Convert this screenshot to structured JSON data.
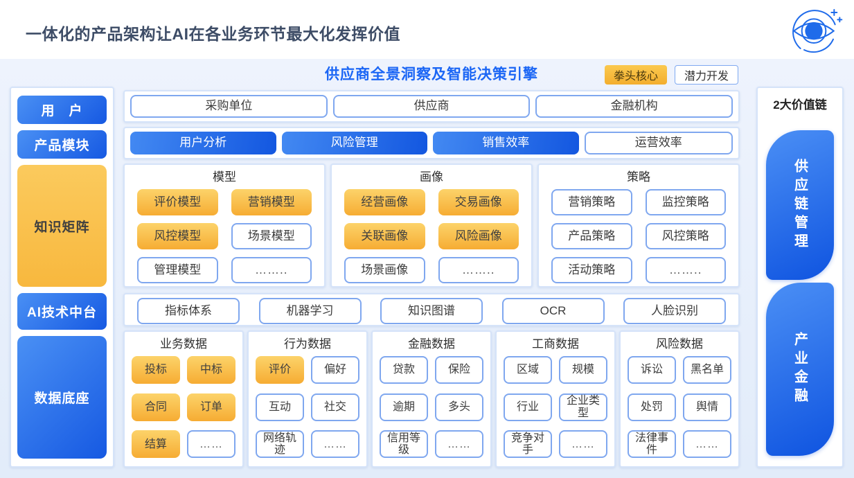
{
  "page": {
    "title": "一体化的产品架构让AI在各业务环节最大化发挥价值"
  },
  "logo_name": "eye-ai-logo",
  "engine": {
    "title": "供应商全景洞察及智能决策引擎",
    "badges": [
      {
        "label": "拳头核心",
        "type": "core"
      },
      {
        "label": "潜力开发",
        "type": "potential"
      }
    ]
  },
  "left_sidebar": {
    "items": [
      {
        "label": "用　户",
        "style": "blue"
      },
      {
        "label": "产品模块",
        "style": "blue"
      },
      {
        "label": "知识矩阵",
        "style": "orange"
      },
      {
        "label": "AI技术中台",
        "style": "blue"
      },
      {
        "label": "数据底座",
        "style": "blue"
      }
    ]
  },
  "rows": {
    "users": [
      "采购单位",
      "供应商",
      "金融机构"
    ],
    "modules": [
      {
        "label": "用户分析",
        "style": "blue"
      },
      {
        "label": "风险管理",
        "style": "blue"
      },
      {
        "label": "销售效率",
        "style": "blue"
      },
      {
        "label": "运营效率",
        "style": "white"
      }
    ],
    "knowledge_groups": [
      {
        "title": "模型",
        "items": [
          {
            "label": "评价模型",
            "core": true
          },
          {
            "label": "营销模型",
            "core": true
          },
          {
            "label": "风控模型",
            "core": true
          },
          {
            "label": "场景模型",
            "core": false
          },
          {
            "label": "管理模型",
            "core": false
          },
          {
            "label": "……..",
            "core": false
          }
        ]
      },
      {
        "title": "画像",
        "items": [
          {
            "label": "经营画像",
            "core": true
          },
          {
            "label": "交易画像",
            "core": true
          },
          {
            "label": "关联画像",
            "core": true
          },
          {
            "label": "风险画像",
            "core": true
          },
          {
            "label": "场景画像",
            "core": false
          },
          {
            "label": "……..",
            "core": false
          }
        ]
      },
      {
        "title": "策略",
        "items": [
          {
            "label": "营销策略",
            "core": false
          },
          {
            "label": "监控策略",
            "core": false
          },
          {
            "label": "产品策略",
            "core": false
          },
          {
            "label": "风控策略",
            "core": false
          },
          {
            "label": "活动策略",
            "core": false
          },
          {
            "label": "……..",
            "core": false
          }
        ]
      }
    ],
    "ai_platform": [
      "指标体系",
      "机器学习",
      "知识图谱",
      "OCR",
      "人脸识别"
    ],
    "data_groups": [
      {
        "title": "业务数据",
        "items": [
          {
            "label": "投标",
            "core": true
          },
          {
            "label": "中标",
            "core": true
          },
          {
            "label": "合同",
            "core": true
          },
          {
            "label": "订单",
            "core": true
          },
          {
            "label": "结算",
            "core": true
          },
          {
            "label": "……",
            "core": false
          }
        ]
      },
      {
        "title": "行为数据",
        "items": [
          {
            "label": "评价",
            "core": true
          },
          {
            "label": "偏好",
            "core": false
          },
          {
            "label": "互动",
            "core": false
          },
          {
            "label": "社交",
            "core": false
          },
          {
            "label": "网络轨迹",
            "core": false
          },
          {
            "label": "……",
            "core": false
          }
        ]
      },
      {
        "title": "金融数据",
        "items": [
          {
            "label": "贷款",
            "core": false
          },
          {
            "label": "保险",
            "core": false
          },
          {
            "label": "逾期",
            "core": false
          },
          {
            "label": "多头",
            "core": false
          },
          {
            "label": "信用等级",
            "core": false
          },
          {
            "label": "……",
            "core": false
          }
        ]
      },
      {
        "title": "工商数据",
        "items": [
          {
            "label": "区域",
            "core": false
          },
          {
            "label": "规模",
            "core": false
          },
          {
            "label": "行业",
            "core": false
          },
          {
            "label": "企业类型",
            "core": false
          },
          {
            "label": "竞争对手",
            "core": false
          },
          {
            "label": "……",
            "core": false
          }
        ]
      },
      {
        "title": "风险数据",
        "items": [
          {
            "label": "诉讼",
            "core": false
          },
          {
            "label": "黑名单",
            "core": false
          },
          {
            "label": "处罚",
            "core": false
          },
          {
            "label": "舆情",
            "core": false
          },
          {
            "label": "法律事件",
            "core": false
          },
          {
            "label": "……",
            "core": false
          }
        ]
      }
    ]
  },
  "right_sidebar": {
    "title": "2大价值链",
    "chains": [
      {
        "label": "供应链管理"
      },
      {
        "label": "产业金融"
      }
    ]
  },
  "colors": {
    "brand_blue": "#1b66f5",
    "core_orange": "#f6ac33",
    "chain_blue_gradient_start": "#4b8ff5",
    "chain_blue_gradient_end": "#0f54e0",
    "canvas_light_blue": "#e8f0fb",
    "title_dark": "#3d4c66"
  }
}
